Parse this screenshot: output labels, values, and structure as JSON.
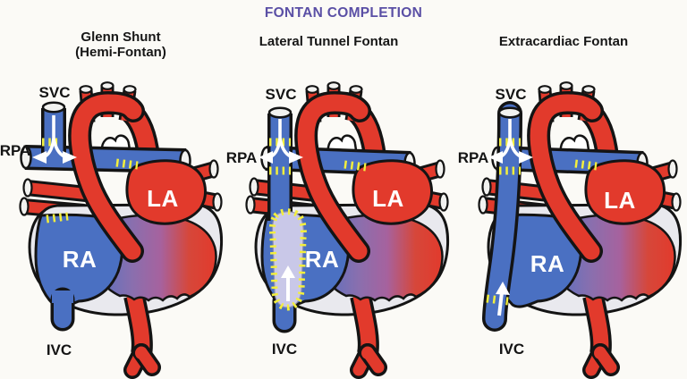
{
  "figure": {
    "title": "FONTAN COMPLETION"
  },
  "panels": [
    {
      "name": "glenn-shunt",
      "title_lines": [
        "Glenn Shunt",
        "(Hemi-Fontan)"
      ],
      "labels": {
        "svc": "SVC",
        "rpa": "RPA",
        "la": "LA",
        "ra": "RA",
        "ivc": "IVC"
      }
    },
    {
      "name": "lateral-tunnel-fontan",
      "title_lines": [
        "Lateral Tunnel Fontan"
      ],
      "labels": {
        "svc": "SVC",
        "rpa": "RPA",
        "la": "LA",
        "ra": "RA",
        "ivc": "IVC"
      }
    },
    {
      "name": "extracardiac-fontan",
      "title_lines": [
        "Extracardiac Fontan"
      ],
      "labels": {
        "svc": "SVC",
        "rpa": "RPA",
        "la": "LA",
        "ra": "RA",
        "ivc": "IVC"
      }
    }
  ],
  "colors": {
    "deoxygenated_blue": "#4a70c2",
    "oxygenated_red": "#e23a2c",
    "suture_yellow": "#f3ef3d",
    "baffle_lavender": "#c9c8e8",
    "pericardium_gray": "#e9e9ee",
    "title_purple": "#5a4fa5"
  }
}
